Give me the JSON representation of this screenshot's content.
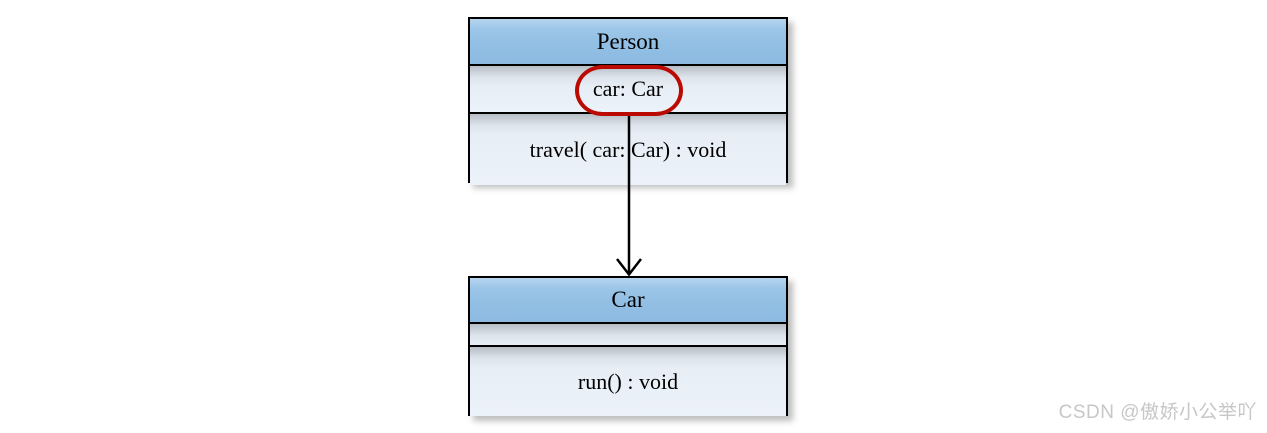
{
  "diagram": {
    "type": "uml-class-diagram",
    "classes": [
      {
        "name": "Person",
        "attributes": [
          "car: Car"
        ],
        "methods": [
          "travel( car: Car) : void"
        ]
      },
      {
        "name": "Car",
        "attributes": [],
        "methods": [
          "run() : void"
        ]
      }
    ],
    "relationship": {
      "from": "Person",
      "to": "Car",
      "style": "solid line, open arrowhead (directed association)"
    },
    "highlight": {
      "shape": "ellipse",
      "around_text": "car: Car",
      "color": "#bb0a01"
    }
  },
  "colors": {
    "header_blue": "#94c0e4",
    "body_fill": "#eaf1f8",
    "border": "#000000",
    "highlight_red": "#bb0a01",
    "watermark_gray": "#c7c7c7"
  },
  "watermark": "CSDN @傲娇小公举吖"
}
